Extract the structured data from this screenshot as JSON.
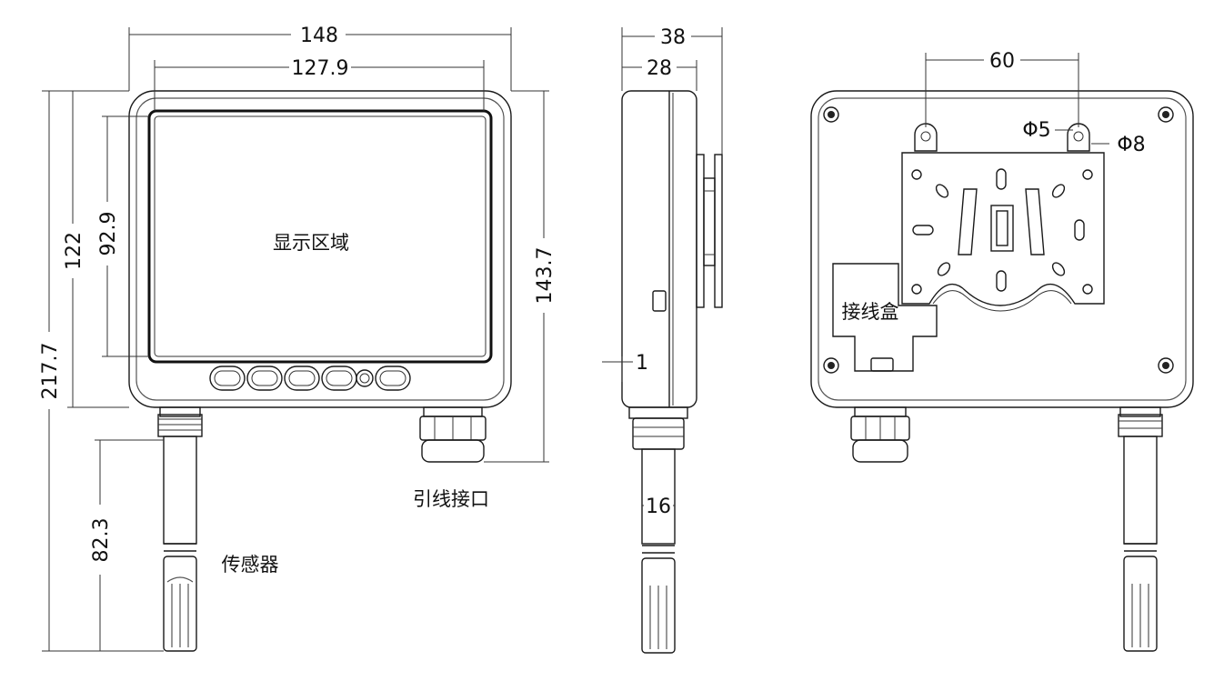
{
  "front_view": {
    "dim_total_width": "148",
    "dim_screen_width": "127.9",
    "dim_total_height": "217.7",
    "dim_body_height": "122",
    "dim_screen_height": "92.9",
    "dim_height_with_gland": "143.7",
    "dim_sensor_length": "82.3",
    "label_display": "显示区域",
    "label_cable_port": "引线接口",
    "label_sensor": "传感器"
  },
  "side_view": {
    "dim_total_depth": "38",
    "dim_body_depth": "28",
    "dim_bezel": "1",
    "dim_sensor_diameter": "16"
  },
  "back_view": {
    "dim_hole_spacing": "60",
    "dim_hole_small": "Φ5",
    "dim_hole_large": "Φ8",
    "label_junction_box": "接线盒"
  }
}
